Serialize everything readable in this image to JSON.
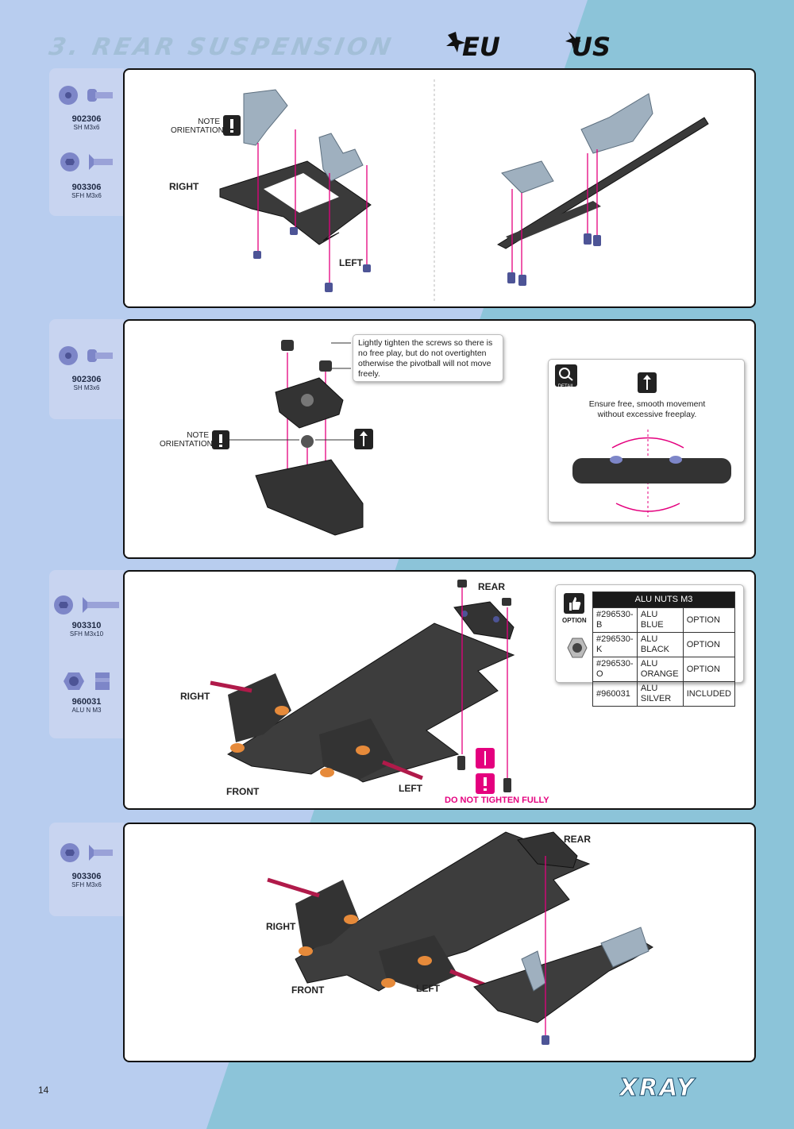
{
  "header": {
    "title": "3. REAR SUSPENSION",
    "logo_eu": "EU",
    "logo_us": "US"
  },
  "step1": {
    "parts": [
      {
        "code": "902306",
        "desc": "SH M3x6"
      },
      {
        "code": "903306",
        "desc": "SFH M3x6"
      }
    ],
    "note_line1": "NOTE",
    "note_line2": "ORIENTATION",
    "right": "RIGHT",
    "left": "LEFT"
  },
  "step2": {
    "parts": [
      {
        "code": "902306",
        "desc": "SH M3x6"
      }
    ],
    "callout": "Lightly tighten the screws so there is no free play, but do not overtighten otherwise the pivotball will not move freely.",
    "note_line1": "NOTE",
    "note_line2": "ORIENTATION",
    "detail_label": "DETAIL",
    "detail_text_1": "Ensure free, smooth movement",
    "detail_text_2": "without excessive freeplay."
  },
  "step3": {
    "parts": [
      {
        "code": "903310",
        "desc": "SFH M3x10"
      },
      {
        "code": "960031",
        "desc": "ALU N M3"
      }
    ],
    "rear": "REAR",
    "right": "RIGHT",
    "front": "FRONT",
    "left": "LEFT",
    "warning": "DO NOT TIGHTEN FULLY",
    "option_label": "OPTION",
    "table": {
      "title": "ALU NUTS M3",
      "rows": [
        [
          "#296530-B",
          "ALU BLUE",
          "OPTION"
        ],
        [
          "#296530-K",
          "ALU BLACK",
          "OPTION"
        ],
        [
          "#296530-O",
          "ALU ORANGE",
          "OPTION"
        ],
        [
          "#960031",
          "ALU SILVER",
          "INCLUDED"
        ]
      ]
    }
  },
  "step4": {
    "parts": [
      {
        "code": "903306",
        "desc": "SFH M3x6"
      }
    ],
    "rear": "REAR",
    "right": "RIGHT",
    "front": "FRONT",
    "left": "LEFT"
  },
  "footer": {
    "page": "14",
    "brand": "XRAY"
  },
  "colors": {
    "pink": "#e4007e",
    "bg_light": "#b8cdef",
    "bg_teal": "#8cc4d9",
    "screw": "#7d86c8"
  }
}
